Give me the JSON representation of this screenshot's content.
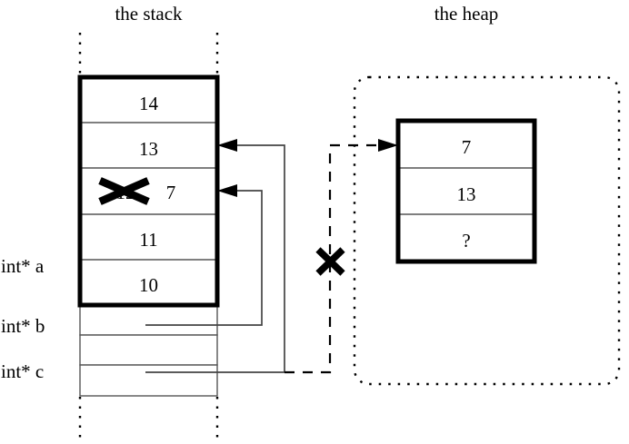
{
  "diagram": {
    "title_stack": "the stack",
    "title_heap": "the heap",
    "colors": {
      "ink": "#000000",
      "thin_rule": "#555555",
      "background": "#ffffff"
    }
  },
  "stack": {
    "label": "the stack",
    "frame_cells": [
      {
        "value": "14",
        "struck": null
      },
      {
        "value": "13",
        "struck": null
      },
      {
        "value": "7",
        "struck": "12"
      },
      {
        "value": "11",
        "struck": null
      },
      {
        "value": "10",
        "struck": null
      }
    ],
    "pointer_cells": [
      {
        "label": "int* a",
        "value": ""
      },
      {
        "label": "int* b",
        "value": ""
      },
      {
        "label": "int* c",
        "value": ""
      }
    ],
    "variable_labels": [
      "int* a",
      "int* b",
      "int* c"
    ]
  },
  "heap": {
    "label": "the heap",
    "cells": [
      {
        "value": "7"
      },
      {
        "value": "13"
      },
      {
        "value": "?"
      }
    ]
  },
  "annotations": {
    "struck_value": "12",
    "replacement_value": "7",
    "unknown_value": "?",
    "cross_marks": [
      {
        "name": "struck-stack-value",
        "meaning": "value 12 overwritten by 7"
      },
      {
        "name": "severed-heap-pointer",
        "meaning": "int* c no longer points to the heap block"
      }
    ]
  },
  "arrows": [
    {
      "name": "arrow-c-to-stack-13",
      "from": "int* c",
      "to": "stack cell 13"
    },
    {
      "name": "arrow-b-to-stack-7",
      "from": "int* b",
      "to": "stack cell 7"
    },
    {
      "name": "arrow-c-to-heap",
      "from": "int* c",
      "to": "heap cell 7",
      "style": "dashed",
      "severed": true
    }
  ]
}
